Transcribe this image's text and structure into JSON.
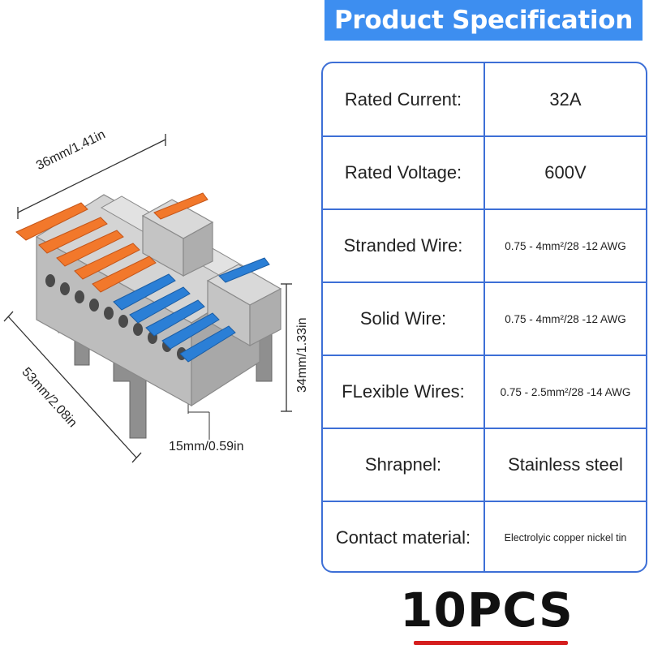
{
  "header": {
    "title": "Product Specification"
  },
  "dimensions": {
    "width": "36mm/1.41in",
    "length": "53mm/2.08in",
    "height": "34mm/1.33in",
    "base": "15mm/0.59in"
  },
  "specs": [
    {
      "label": "Rated Current:",
      "value": "32A"
    },
    {
      "label": "Rated Voltage:",
      "value": "600V"
    },
    {
      "label": "Stranded Wire:",
      "value": "0.75 - 4mm²/28 -12 AWG"
    },
    {
      "label": "Solid Wire:",
      "value": "0.75 - 4mm²/28 -12 AWG"
    },
    {
      "label": "FLexible Wires:",
      "value": "0.75 - 2.5mm²/28 -14 AWG"
    },
    {
      "label": "Shrapnel:",
      "value": "Stainless steel"
    },
    {
      "label": "Contact material:",
      "value": "Electrolyic copper nickel tin"
    }
  ],
  "quantity": "10PCS",
  "colors": {
    "banner": "#3d8ef0",
    "table_border": "#3d6fd6",
    "lever_orange": "#f2782b",
    "lever_blue": "#2b7fd6",
    "housing_grey": "#b9b9b9",
    "underline_red": "#d51e1e"
  }
}
